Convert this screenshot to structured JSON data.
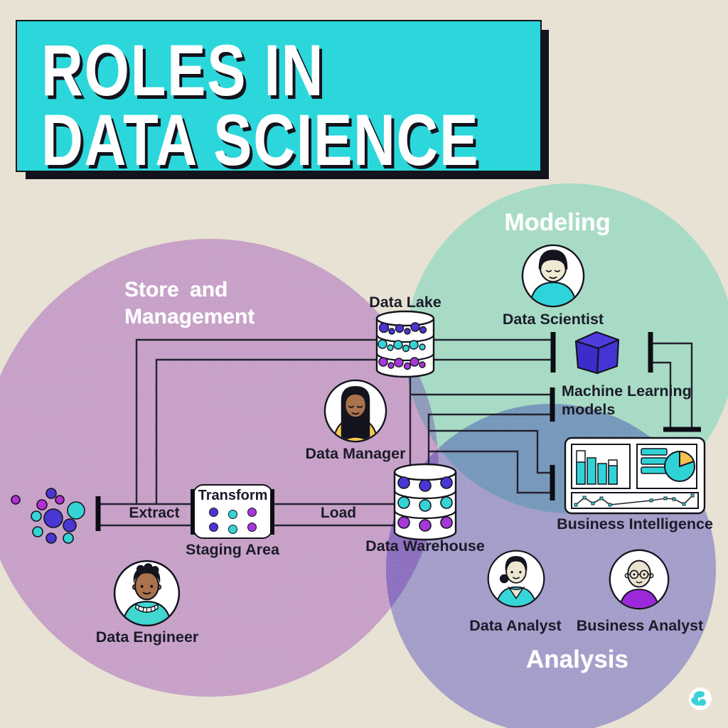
{
  "title": {
    "line1": "ROLES IN",
    "line2": "DATA SCIENCE"
  },
  "venn": {
    "store": {
      "line1": "Store  and",
      "line2": "Management",
      "color": "#c9a0d7"
    },
    "modeling": {
      "label": "Modeling",
      "color": "#a6e0d8"
    },
    "analysis": {
      "label": "Analysis",
      "color": "#a19dd9"
    }
  },
  "nodes": {
    "data_lake": {
      "label": "Data Lake",
      "icon": "database-cylinder-icon"
    },
    "warehouse": {
      "label": "Data Warehouse",
      "icon": "database-cylinder-icon"
    },
    "staging": {
      "title": "Transform",
      "label": "Staging Area",
      "icon": "staging-dots-icon"
    },
    "ml": {
      "line1": "Machine Learning",
      "line2": "models",
      "icon": "cube-icon"
    },
    "bi": {
      "label": "Business Intelligence",
      "icon": "dashboard-icon"
    },
    "raw_data": {
      "icon": "dots-cluster-icon"
    }
  },
  "flows": {
    "extract": "Extract",
    "load": "Load"
  },
  "roles": {
    "data_scientist": {
      "label": "Data Scientist",
      "icon": "person-avatar"
    },
    "data_manager": {
      "label": "Data Manager",
      "icon": "person-avatar"
    },
    "data_engineer": {
      "label": "Data Engineer",
      "icon": "person-avatar"
    },
    "data_analyst": {
      "label": "Data Analyst",
      "icon": "person-avatar"
    },
    "business_analyst": {
      "label": "Business Analyst",
      "icon": "person-avatar"
    }
  },
  "colors": {
    "background": "#e7e2d3",
    "title_box": "#2bd7db",
    "title_shadow": "#13131d",
    "indigo_dot": "#4a36d2",
    "teal_dot": "#35d3d4",
    "purple_dot": "#a637d8",
    "cube": "#4133d6",
    "pie_yellow": "#f5c150",
    "wire": "#23232e"
  }
}
